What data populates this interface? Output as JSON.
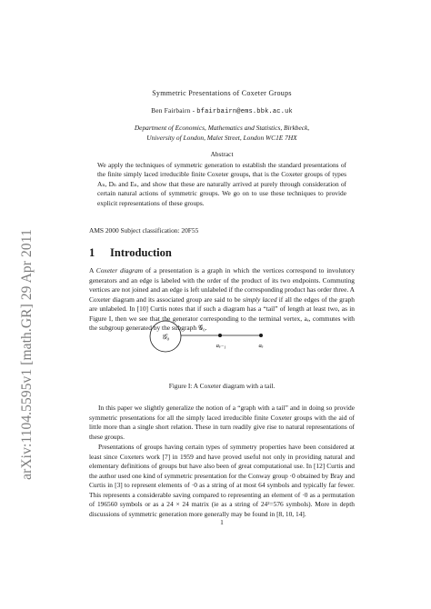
{
  "side_stamp": "arXiv:1104.5595v1  [math.GR]  29 Apr 2011",
  "title": "Symmetric Presentations of Coxeter Groups",
  "author": {
    "name": "Ben Fairbairn - ",
    "email": "bfairbairn@ems.bbk.ac.uk"
  },
  "affiliation": {
    "line1": "Department of Economics, Mathematics and Statistics, Birkbeck,",
    "line2": "University of London, Malet Street, London WC1E 7HX"
  },
  "abstract": {
    "heading": "Abstract",
    "text": "We apply the techniques of symmetric generation to establish the standard presentations of the finite simply laced irreducible finite Coxeter groups, that is the Coxeter groups of types Aₙ, Dₙ and Eₙ, and show that these are naturally arrived at purely through consideration of certain natural actions of symmetric groups. We go on to use these techniques to provide explicit representations of these groups."
  },
  "ams": "AMS 2000 Subject classification: 20F55",
  "section": {
    "number": "1",
    "title": "Introduction"
  },
  "para1": {
    "a": "A ",
    "term": "Coxeter diagram",
    "b": " of a presentation is a graph in which the vertices correspond to involutory generators and an edge is labeled with the order of the product of its two endpoints. Commuting vertices are not joined and an edge is left unlabeled if the corresponding product has order three. A Coxeter diagram and its associated group are said to be ",
    "term2": "simply laced",
    "c": " if all the edges of the graph are unlabeled. In [10] Curtis notes that if such a diagram has a “tail” of length at least two, as in Figure I, then we see that the generator corresponding to the terminal vertex, aₑ, commutes with the subgroup generated by the subgraph 𝒢₀."
  },
  "figure": {
    "node_label": "𝒢₀",
    "vertex1_label": "aₑ₋₁",
    "vertex2_label": "aₑ",
    "caption": "Figure I: A Coxeter diagram with a tail."
  },
  "para2": "In this paper we slightly generalize the notion of a “graph with a tail” and in doing so provide symmetric presentations for all the simply laced irreducible finite Coxeter groups with the aid of little more than a single short relation. These in turn readily give rise to natural representations of these groups.",
  "para3": "Presentations of groups having certain types of symmetry properties have been considered at least since Coxeters work [7] in 1959 and have proved useful not only in providing natural and elementary definitions of groups but have also been of great computational use. In [12] Curtis and the author used one kind of symmetric presentation for the Conway group ·0 obtained by Bray and Curtis in [3] to represent elements of ·0 as a string of at most 64 symbols and typically far fewer. This represents a considerable saving compared to representing an element of ·0 as a permutation of 196560 symbols or as a 24 × 24 matrix (ie as a string of 24²=576 symbols). More in depth discussions of symmetric generation more generally may be found in [8, 10, 14].",
  "page_number": "1"
}
